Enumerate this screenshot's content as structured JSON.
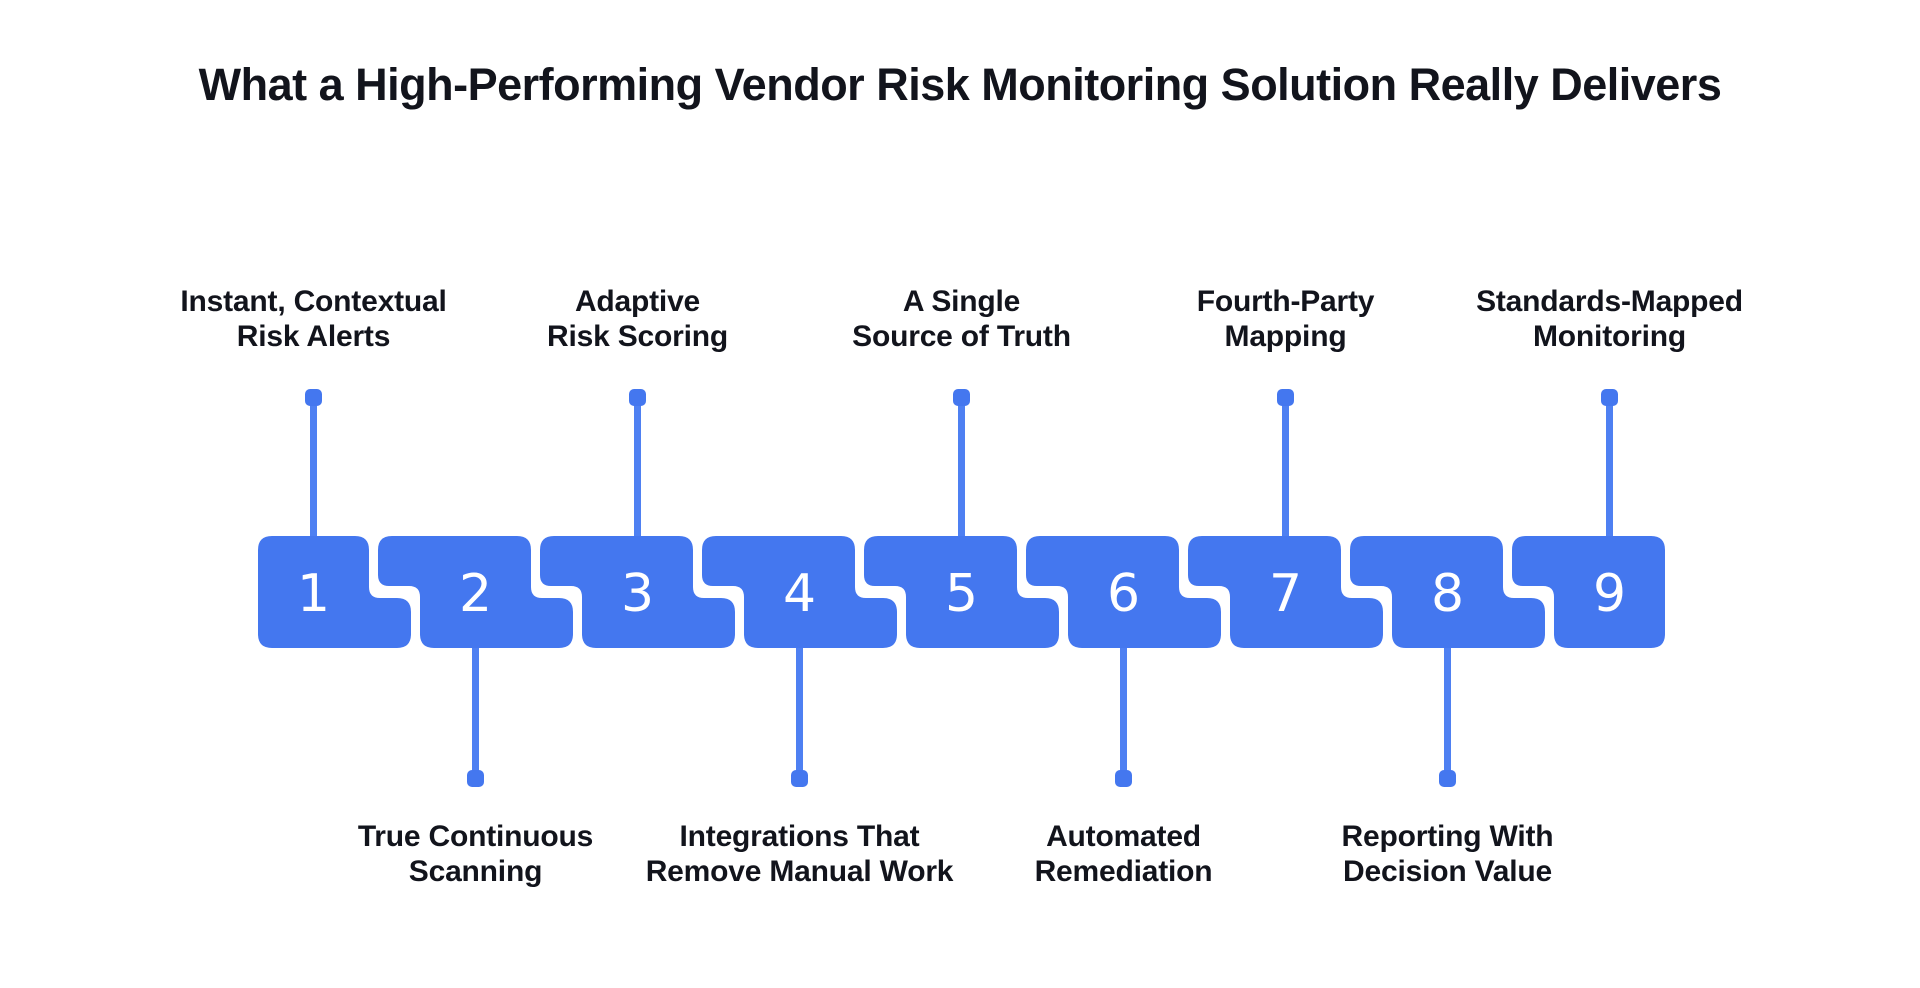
{
  "title": "What a High-Performing Vendor Risk Monitoring Solution Really Delivers",
  "colors": {
    "background": "#FFFFFF",
    "primary_blue": "#4477EF",
    "connector_line_blue": "#4E80F2",
    "text": "#12141C",
    "number_text": "#FFFFFF"
  },
  "steps": [
    {
      "number": "1",
      "label_position": "top",
      "label_lines": [
        "Instant, Contextual",
        "Risk Alerts"
      ]
    },
    {
      "number": "2",
      "label_position": "bottom",
      "label_lines": [
        "True Continuous",
        "Scanning"
      ]
    },
    {
      "number": "3",
      "label_position": "top",
      "label_lines": [
        "Adaptive",
        "Risk Scoring"
      ]
    },
    {
      "number": "4",
      "label_position": "bottom",
      "label_lines": [
        "Integrations That",
        "Remove Manual Work"
      ]
    },
    {
      "number": "5",
      "label_position": "top",
      "label_lines": [
        "A Single",
        "Source of Truth"
      ]
    },
    {
      "number": "6",
      "label_position": "bottom",
      "label_lines": [
        "Automated",
        "Remediation"
      ]
    },
    {
      "number": "7",
      "label_position": "top",
      "label_lines": [
        "Fourth-Party",
        "Mapping"
      ]
    },
    {
      "number": "8",
      "label_position": "bottom",
      "label_lines": [
        "Reporting With",
        "Decision Value"
      ]
    },
    {
      "number": "9",
      "label_position": "top",
      "label_lines": [
        "Standards-Mapped",
        "Monitoring"
      ]
    }
  ]
}
